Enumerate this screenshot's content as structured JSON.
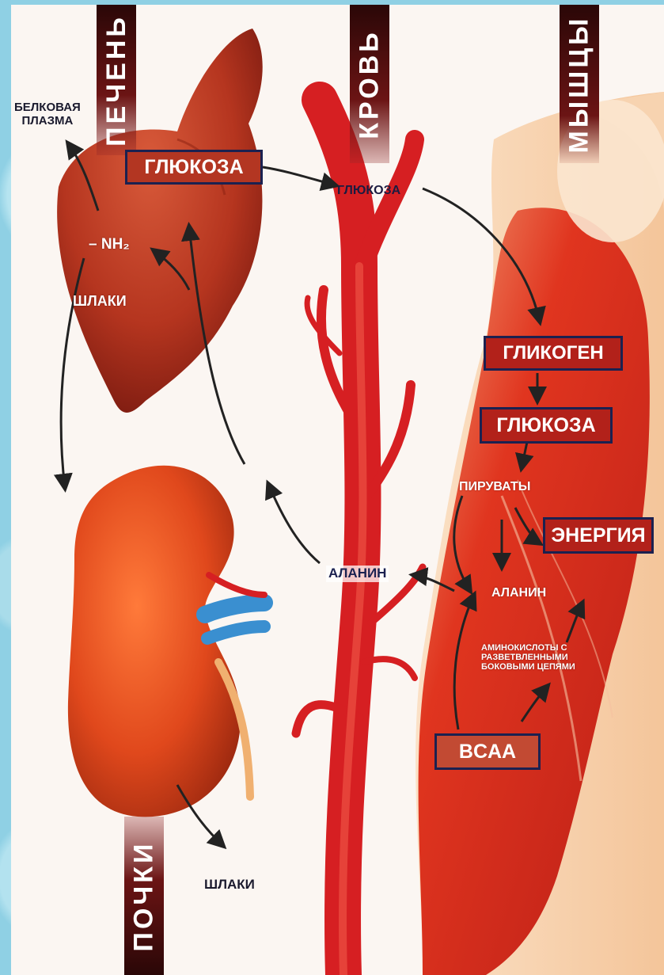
{
  "columns": {
    "liver": "ПЕЧЕНЬ",
    "blood": "КРОВЬ",
    "muscles": "МЫШЦЫ",
    "kidneys": "ПОЧКИ"
  },
  "liver": {
    "protein_plasma": "БЕЛКОВАЯ\nПЛАЗМА",
    "glucose": "ГЛЮКОЗА",
    "nh2": "– NH₂",
    "waste": "ШЛАКИ"
  },
  "blood": {
    "glucose": "ГЛЮКОЗА",
    "alanine": "АЛАНИН"
  },
  "muscle": {
    "glycogen": "ГЛИКОГЕН",
    "glucose": "ГЛЮКОЗА",
    "pyruvates": "ПИРУВАТЫ",
    "energy": "ЭНЕРГИЯ",
    "alanine": "АЛАНИН",
    "bcaa_desc": "АМИНОКИСЛОТЫ С\nРАЗВЕТВЛЕННЫМИ\nБОКОВЫМИ ЦЕПЯМИ",
    "bcaa": "BCAA"
  },
  "kidney": {
    "waste": "ШЛАКИ"
  },
  "colors": {
    "organ_red": "#c8321f",
    "vessel_red": "#e8282a",
    "label_box": "#1b2150",
    "column_label": "#5a1010",
    "background": "#8fd0e4"
  }
}
